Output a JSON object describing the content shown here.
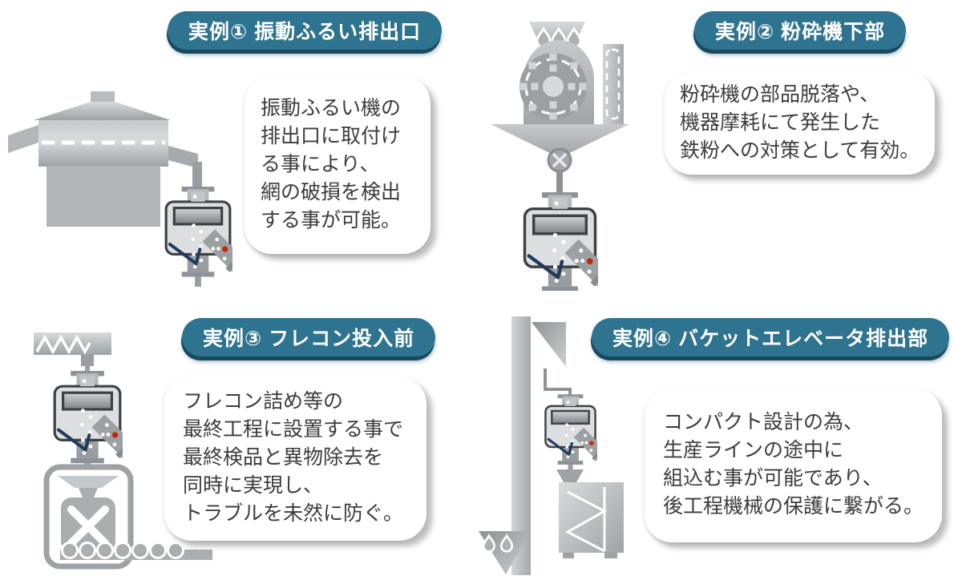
{
  "colors": {
    "badge_teal": "#2e7390",
    "badge_teal_dark": "#1a4a5e",
    "bubble_text": "#3c3c3c",
    "machine_gray": "#aaadb0",
    "detector_navy": "#1e3a5c",
    "alert_red": "#c62500",
    "background": "#ffffff"
  },
  "panels": [
    {
      "badge": "実例① 振動ふるい排出口",
      "bubble_lines": [
        "振動ふるい機の",
        "排出口に取付け",
        "る事により、",
        "網の破損を検出",
        "する事が可能。"
      ],
      "illustration": "vibrating-sieve-with-metal-detector"
    },
    {
      "badge": "実例② 粉砕機下部",
      "bubble_lines": [
        "粉砕機の部品脱落や、",
        "機器摩耗にて発生した",
        "鉄粉への対策として有効。"
      ],
      "illustration": "crusher-mill-with-metal-detector"
    },
    {
      "badge": "実例③ フレコン投入前",
      "bubble_lines": [
        "フレコン詰め等の",
        "最終工程に設置する事で",
        "最終検品と異物除去を",
        "同時に実現し、",
        "トラブルを未然に防ぐ。"
      ],
      "illustration": "screw-conveyor-detector-fibc-container"
    },
    {
      "badge": "実例④ バケットエレベータ排出部",
      "bubble_lines": [
        "コンパクト設計の為、",
        "生産ラインの途中に",
        "組込む事が可能であり、",
        "後工程機械の保護に繋がる。"
      ],
      "illustration": "bucket-elevator-detector-mixer"
    }
  ]
}
